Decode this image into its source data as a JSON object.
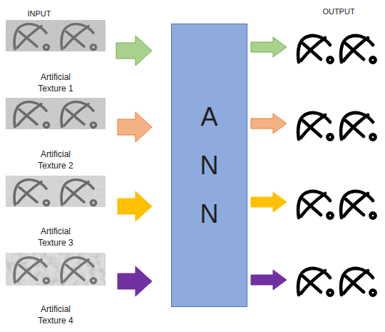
{
  "diagram": {
    "nodes": [
      {
        "text": [
          "A N N"
        ]
      }
    ],
    "labels": [
      "INPUT",
      "OUTPUT",
      "Artificial Texture 1",
      "Artificial Texture 2",
      "Artificial Texture 3",
      "Artificial Texture 4"
    ]
  }
}
